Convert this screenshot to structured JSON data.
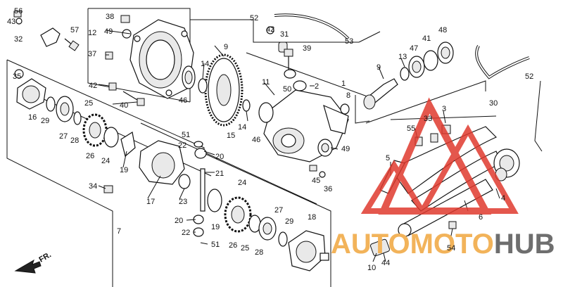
{
  "labels": [
    "56",
    "43",
    "32",
    "57",
    "38",
    "12",
    "49",
    "37",
    "52",
    "42",
    "31",
    "53",
    "39",
    "35",
    "42",
    "40",
    "9",
    "14",
    "11",
    "50",
    "2",
    "1",
    "8",
    "13",
    "47",
    "41",
    "48",
    "9",
    "30",
    "52",
    "16",
    "29",
    "27",
    "28",
    "25",
    "26",
    "24",
    "19",
    "46",
    "14",
    "15",
    "46",
    "49",
    "51",
    "22",
    "20",
    "21",
    "17",
    "34",
    "23",
    "45",
    "36",
    "3",
    "55",
    "33",
    "5",
    "4",
    "7",
    "20",
    "22",
    "51",
    "19",
    "24",
    "26",
    "25",
    "28",
    "27",
    "29",
    "18",
    "6",
    "54",
    "10",
    "44"
  ],
  "direction_label": "FR.",
  "watermark": {
    "left_part": "AUTOMOTO",
    "right_part": "HUB",
    "left_color": "#f2b35a",
    "right_color": "#6e6e6e",
    "logo_color": "#e03a2e"
  }
}
